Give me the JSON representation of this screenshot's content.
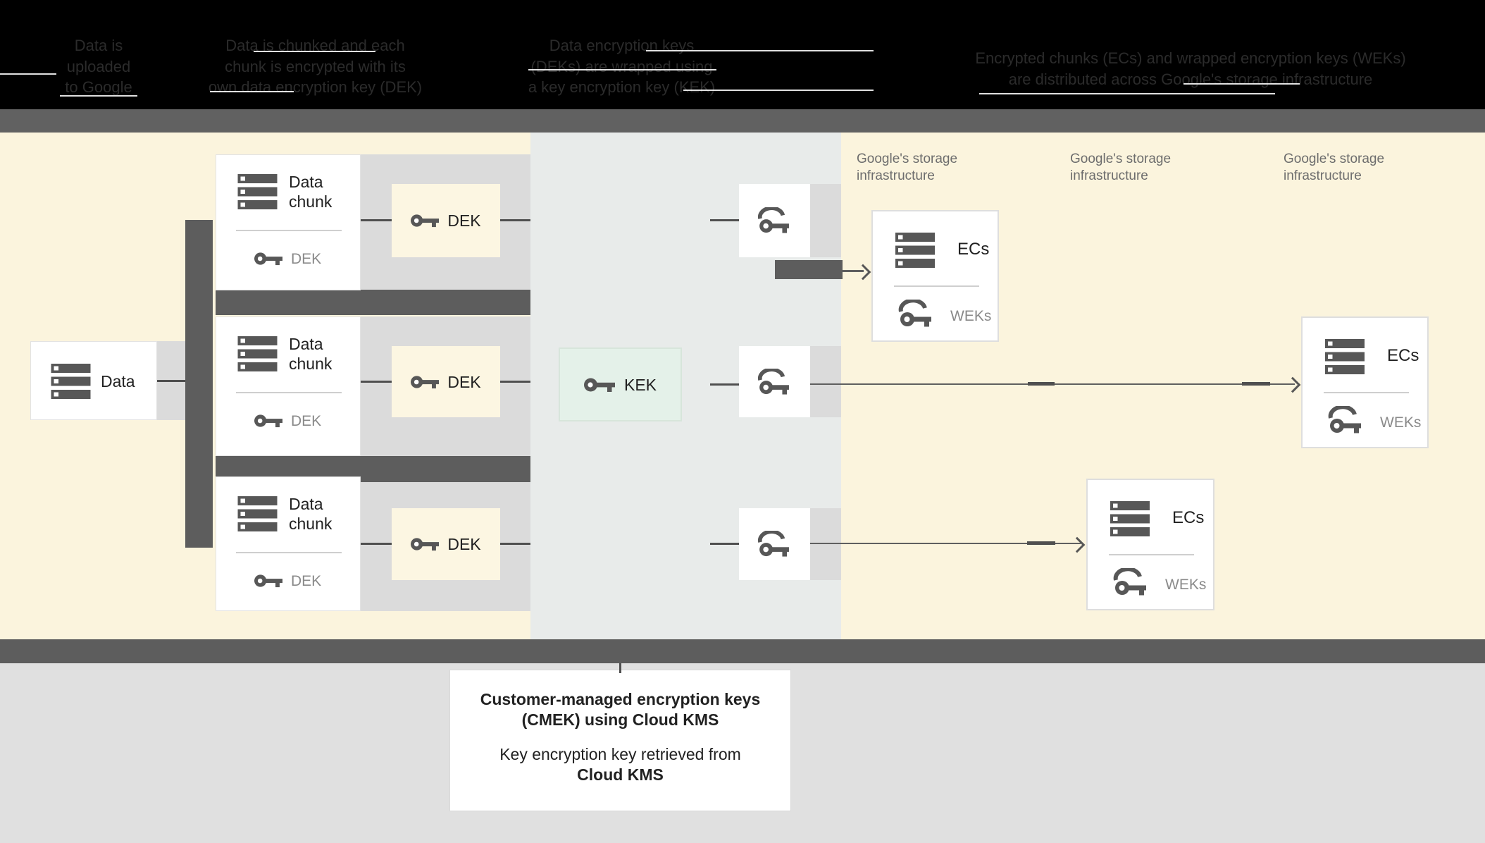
{
  "colors": {
    "header_bg": "#000000",
    "header_text": "#2b2b2b",
    "top_bar": "#616161",
    "dark_bar": "#5d5d5d",
    "bg_yellow": "#fbf4dd",
    "dek_yellow": "#fcf6e2",
    "band_blue": "#e8ebea",
    "panel_gray": "#dbdbdb",
    "kek_green": "#e4f1e9",
    "kek_border": "#d7e5db",
    "box_border": "#e3e3e3",
    "ec_border": "#dedede",
    "icon_gray": "#575757",
    "text_dark": "#212121",
    "text_gray": "#8a8a8a",
    "label_gray": "#6d6d6d",
    "divider": "#cfcfcf",
    "arrow": "#5f5f5f",
    "arrow_dark": "#4f4f4f",
    "bottom_bg": "#e0e0e0",
    "caption_bg": "#ffffff"
  },
  "header": {
    "steps": [
      {
        "line1": "Data is",
        "line2": "uploaded",
        "line3": "to Google"
      },
      {
        "line1": "Data is chunked and each",
        "line2": "chunk is encrypted with its",
        "line3": "own data encryption key (DEK)"
      },
      {
        "line1": "Data encryption keys",
        "line2": "(DEKs) are wrapped using",
        "line3": "a key encryption key (KEK)"
      },
      {
        "line1": "Encrypted chunks (ECs) and wrapped encryption keys (WEKs)",
        "line2": "are distributed across Google's storage infrastructure"
      }
    ]
  },
  "diagram": {
    "data_box": {
      "label": "Data"
    },
    "chunk_rows": [
      {
        "title_line1": "Data",
        "title_line2": "chunk",
        "key_label": "DEK",
        "dek_box_label": "DEK"
      },
      {
        "title_line1": "Data",
        "title_line2": "chunk",
        "key_label": "DEK",
        "dek_box_label": "DEK"
      },
      {
        "title_line1": "Data",
        "title_line2": "chunk",
        "key_label": "DEK",
        "dek_box_label": "DEK"
      }
    ],
    "kek_box": {
      "label": "KEK"
    },
    "storage_labels": [
      {
        "line1": "Google's storage",
        "line2": "infrastructure"
      },
      {
        "line1": "Google's storage",
        "line2": "infrastructure"
      },
      {
        "line1": "Google's storage",
        "line2": "infrastructure"
      }
    ],
    "ec_boxes": [
      {
        "label": "ECs",
        "key_label": "WEKs"
      },
      {
        "label": "ECs",
        "key_label": "WEKs"
      },
      {
        "label": "ECs",
        "key_label": "WEKs"
      }
    ]
  },
  "caption": {
    "line1": "Customer-managed encryption keys",
    "line2": "(CMEK) using Cloud KMS",
    "line3": "Key encryption key retrieved from",
    "line4": "Cloud KMS"
  }
}
